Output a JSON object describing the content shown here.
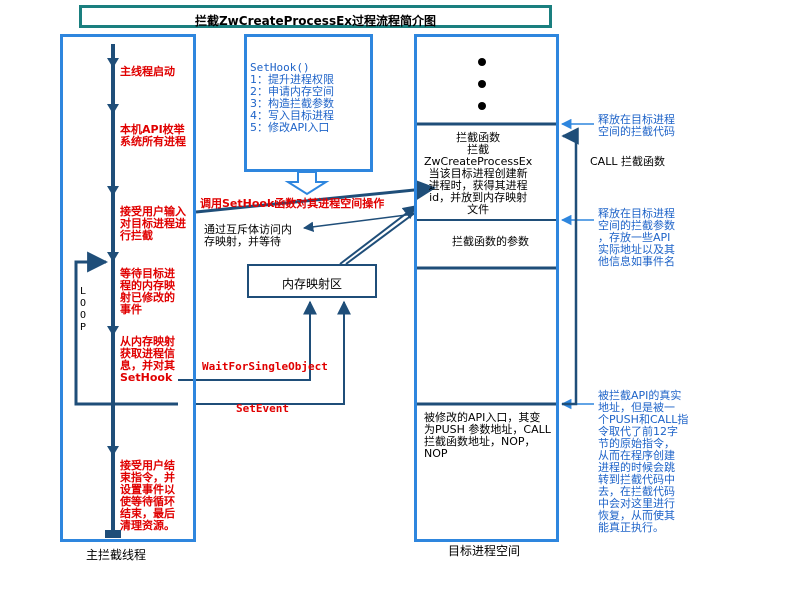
{
  "title": "拦截ZwCreateProcessEx过程流程简介图",
  "main_thread": {
    "caption": "主拦截线程",
    "steps": [
      "主线程启动",
      "本机API枚举\n系统所有进程",
      "接受用户输入\n对目标进程进\n行拦截",
      "等待目标进\n程的内存映\n射已修改的\n事件",
      "从内存映射\n获取进程信\n息，并对其\nSetHook",
      "接受用户结\n束指令，并\n设置事件以\n使等待循环\n结束，最后\n清理资源。"
    ],
    "loop_label": "L\nO\nO\nP"
  },
  "sethook": {
    "title": "SetHook()",
    "steps": "1：提升进程权限\n2：申请内存空间\n3：构造拦截参数\n4：写入目标进程\n5：修改API入口"
  },
  "labels": {
    "call_sethook": "调用SetHook函数对其进程空间操作",
    "mutex_access": "通过互斥体访问内\n存映射，并等待",
    "mem_map": "内存映射区",
    "wait_for_single_object": "WaitForSingleObject",
    "set_event": "SetEvent",
    "call_intercept": "CALL 拦截函数"
  },
  "target_space": {
    "caption": "目标进程空间",
    "intercept_func": "拦截函数\n拦截\nZwCreateProcessEx\n当该目标进程创建新\n进程时，获得其进程\nid，并放到内存映射\n文件",
    "intercept_params": "拦截函数的参数",
    "api_entry": "被修改的API入口，其变\n为PUSH 参数地址，CALL\n拦截函数地址，NOP，\nNOP"
  },
  "annotations": {
    "release_code": "释放在目标进程\n空间的拦截代码",
    "release_params": "释放在目标进程\n空间的拦截参数\n，存放一些API\n实际地址以及其\n他信息如事件名",
    "api_real_addr": "被拦截API的真实\n地址，但是被一\n个PUSH和CALL指\n令取代了前12字\n节的原始指令，\n从而在程序创建\n进程的时候会跳\n转到拦截代码中\n去，在拦截代码\n中会对这里进行\n恢复，从而使其\n能真正执行。"
  },
  "colors": {
    "title_border": "#1a7f7f",
    "box_border": "#2e86de",
    "flow_line": "#1f4e79",
    "red_text": "#e00000",
    "blue_text": "#1e63c8"
  }
}
